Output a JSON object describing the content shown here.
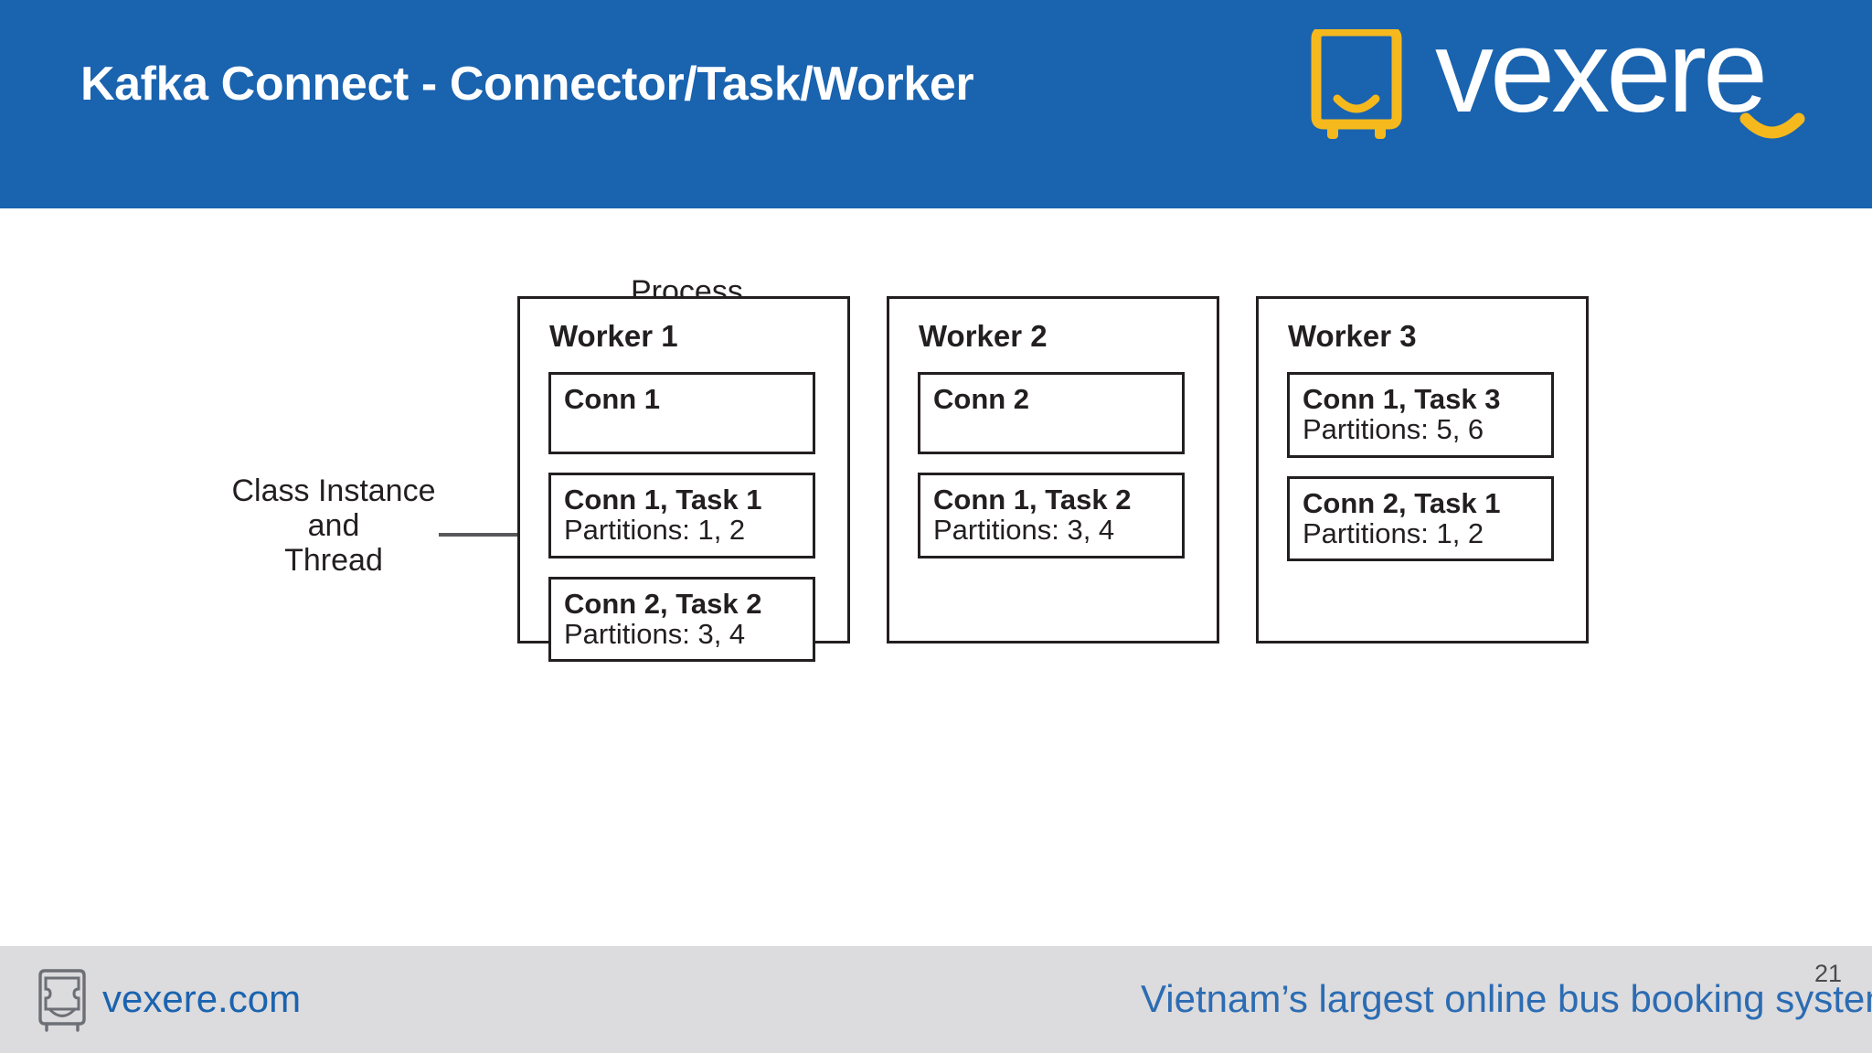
{
  "header": {
    "title": "Kafka Connect - Connector/Task/Worker",
    "background_color": "#1A63AF",
    "logo": {
      "name": "vexere",
      "bus_icon_name": "bus-icon",
      "bus_color": "#F5B91E",
      "wordmark_color": "#FFFFFF",
      "smile_color": "#F5B91E"
    }
  },
  "diagram": {
    "process_label": "Process",
    "class_instance_label_lines": [
      "Class Instance",
      "and",
      "Thread"
    ],
    "workers": [
      {
        "title": "Worker 1",
        "boxes": [
          {
            "title": "Conn 1",
            "sub": "",
            "tall": true
          },
          {
            "title": "Conn 1, Task 1",
            "sub": "Partitions: 1, 2",
            "tall": false
          },
          {
            "title": "Conn 2, Task 2",
            "sub": "Partitions: 3, 4",
            "tall": false
          }
        ]
      },
      {
        "title": "Worker 2",
        "boxes": [
          {
            "title": "Conn 2",
            "sub": "",
            "tall": true
          },
          {
            "title": "Conn 1, Task 2",
            "sub": "Partitions: 3, 4",
            "tall": false
          }
        ]
      },
      {
        "title": "Worker 3",
        "boxes": [
          {
            "title": "Conn 1, Task 3",
            "sub": "Partitions: 5, 6",
            "tall": false
          },
          {
            "title": "Conn 2, Task 1",
            "sub": "Partitions: 1, 2",
            "tall": false
          }
        ]
      }
    ]
  },
  "footer": {
    "site": "vexere.com",
    "tagline": "Vietnam’s largest online bus booking system",
    "page_number": "21",
    "background_color": "#DCDBDD",
    "link_color": "#1A63AF",
    "bus_icon_name": "bus-outline-icon"
  }
}
